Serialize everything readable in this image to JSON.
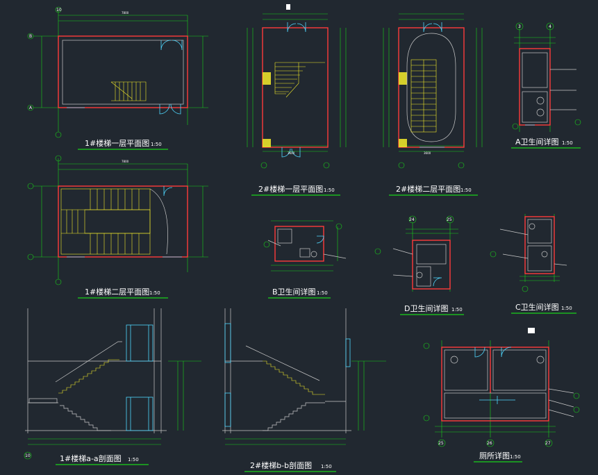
{
  "titles": {
    "t1": {
      "text": "1#楼梯一层平面图",
      "scale": "1:50"
    },
    "t2": {
      "text": "1#楼梯二层平面图",
      "scale": "1:50"
    },
    "t3": {
      "text": "2#楼梯一层平面图",
      "scale": "1:50"
    },
    "t4": {
      "text": "2#楼梯二层平面图",
      "scale": "1:50"
    },
    "t5": {
      "text": "A卫生间详图",
      "scale": "1:50"
    },
    "t6": {
      "text": "B卫生间详图",
      "scale": "1:50"
    },
    "t7": {
      "text": "D卫生间详图",
      "scale": "1:50"
    },
    "t8": {
      "text": "C卫生间详图",
      "scale": "1:50"
    },
    "t9": {
      "text": "1#楼梯a-a剖面图",
      "scale": "1:50"
    },
    "t10": {
      "text": "2#楼梯b-b剖面图",
      "scale": "1:50"
    },
    "t11": {
      "text": "厕所详图",
      "scale": "1:50"
    }
  },
  "axes": {
    "a1": "10",
    "a2": "B",
    "a3": "A",
    "a4": "3",
    "a5": "4",
    "a6": "24",
    "a7": "25",
    "a8": "25",
    "a9": "26",
    "a10": "27",
    "a11": "10"
  },
  "dims": {
    "d1": "7800",
    "d2": "7800",
    "d3": "3600",
    "d4": "3600"
  },
  "colors": {
    "background": "#212830",
    "wall": "#ff3b3b",
    "dimension": "#19d219",
    "stair": "#f4ec2a",
    "door": "#4fd8ff",
    "text": "#ffffff"
  }
}
